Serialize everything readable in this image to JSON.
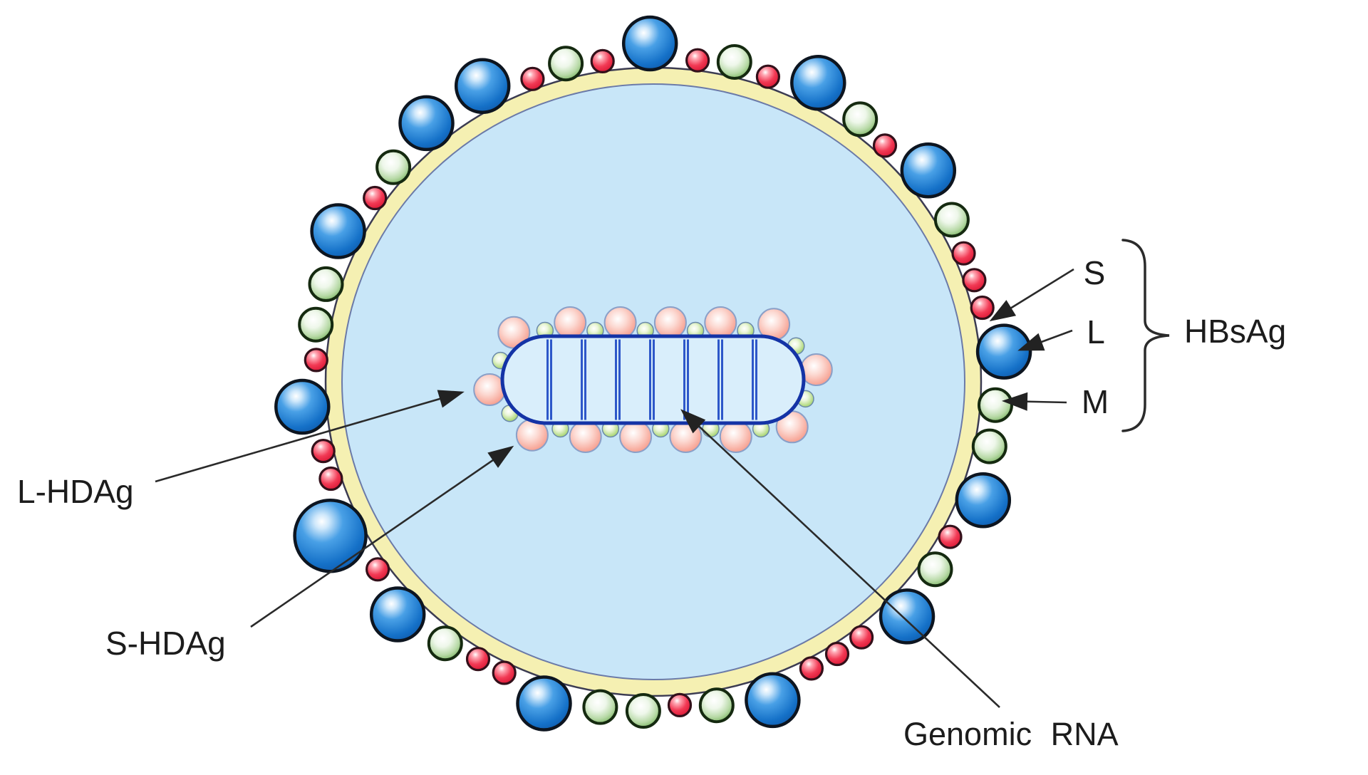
{
  "figure": {
    "title": "Hepatitis delta virus (HDV) virion structure",
    "type": "annotated scientific diagram"
  },
  "labels": {
    "s": "S",
    "l": "L",
    "m": "M",
    "hbsag": "HBsAg",
    "l_hdag": "L-HDAg",
    "s_hdag": "S-HDAg",
    "genomic_rna": "Genomic RNA"
  },
  "colors": {
    "background": "#ffffff",
    "lumen": "#c8e6f8",
    "lumen_edge": "#6b7aa8",
    "membrane": "#f5f0b2",
    "membrane_edge": "#3c3c52",
    "capsule_fill": "#d9eefb",
    "capsule_stroke": "#1433a6",
    "rung": "#2d57c9",
    "sphere_blue": "#1571c8",
    "sphere_green": "#6fae55",
    "sphere_red": "#f23a55",
    "bead_pink": "#f7a495",
    "bead_green": "#b2da80",
    "annotation": "#2a2a2a",
    "text": "#1c1c1c"
  },
  "surface": {
    "pattern": [
      "R",
      "R",
      "B",
      "G",
      "G",
      "B",
      "R",
      "G",
      "B",
      "R",
      "R",
      "R",
      "B",
      "G",
      "R",
      "G",
      "G",
      "B",
      "R",
      "R",
      "G",
      "B",
      "R",
      "H",
      "R",
      "R",
      "B",
      "R",
      "G",
      "G",
      "B",
      "R",
      "G",
      "B",
      "B",
      "R",
      "G",
      "R",
      "B",
      "R",
      "G",
      "R",
      "B",
      "G",
      "R",
      "B",
      "G",
      "R"
    ],
    "sphere_types": {
      "B": "large blue sphere (L protein of HBsAg)",
      "H": "extra-large blue sphere (L protein of HBsAg)",
      "G": "medium green sphere (M protein of HBsAg)",
      "R": "small red sphere (S protein of HBsAg)"
    }
  },
  "rnp": {
    "pink_beads": 14,
    "green_beads": 14,
    "rung_pairs": 7,
    "pink_bead_meaning": "L-HDAg",
    "green_bead_meaning": "S-HDAg"
  }
}
